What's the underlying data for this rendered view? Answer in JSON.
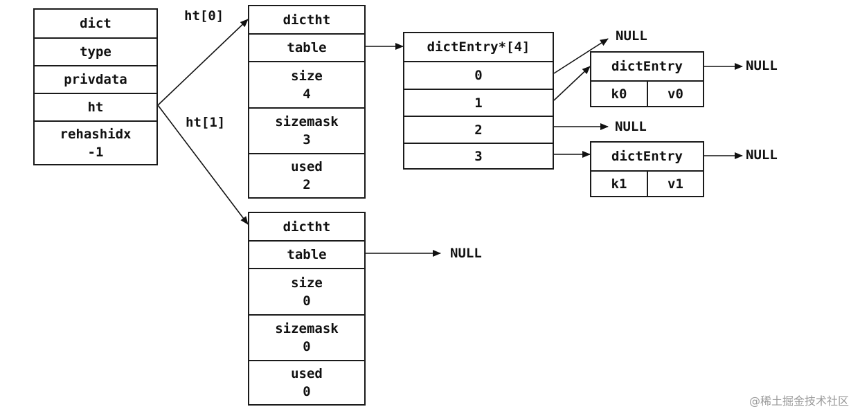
{
  "dict": {
    "fields": [
      {
        "line1": "dict",
        "line2": ""
      },
      {
        "line1": "type",
        "line2": ""
      },
      {
        "line1": "privdata",
        "line2": ""
      },
      {
        "line1": "ht",
        "line2": ""
      },
      {
        "line1": "rehashidx",
        "line2": "-1"
      }
    ]
  },
  "arrows": {
    "ht0": "ht[0]",
    "ht1": "ht[1]"
  },
  "ht0": {
    "rows": [
      {
        "line1": "dictht",
        "line2": ""
      },
      {
        "line1": "table",
        "line2": ""
      },
      {
        "line1": "size",
        "line2": "4"
      },
      {
        "line1": "sizemask",
        "line2": "3"
      },
      {
        "line1": "used",
        "line2": "2"
      }
    ]
  },
  "ht1": {
    "rows": [
      {
        "line1": "dictht",
        "line2": ""
      },
      {
        "line1": "table",
        "line2": ""
      },
      {
        "line1": "size",
        "line2": "0"
      },
      {
        "line1": "sizemask",
        "line2": "0"
      },
      {
        "line1": "used",
        "line2": "0"
      }
    ]
  },
  "table": {
    "header": "dictEntry*[4]",
    "slots": [
      "0",
      "1",
      "2",
      "3"
    ]
  },
  "entry0": {
    "title": "dictEntry",
    "key": "k0",
    "value": "v0"
  },
  "entry1": {
    "title": "dictEntry",
    "key": "k1",
    "value": "v1"
  },
  "null_label": "NULL",
  "watermark": "@稀土掘金技术社区"
}
